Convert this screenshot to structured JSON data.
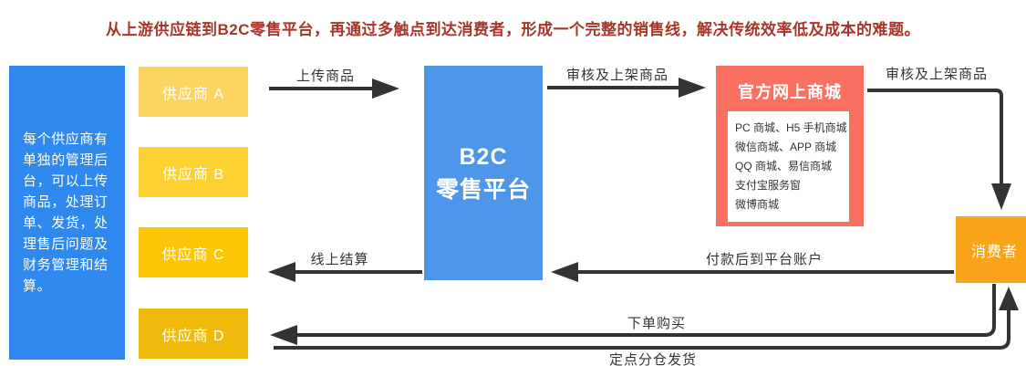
{
  "title": "从上游供应链到B2C零售平台，再通过多触点到达消费者，形成一个完整的销售线，解决传统效率低及成本的难题。",
  "left_panel": {
    "text": "每个供应商有单独的管理后台，可以上传商品，处理订单、发货，处理售后问题及财务管理和结算。"
  },
  "suppliers": [
    {
      "label": "供应商 A",
      "color": "#FBD462"
    },
    {
      "label": "供应商 B",
      "color": "#FDD132"
    },
    {
      "label": "供应商 C",
      "color": "#FDC608"
    },
    {
      "label": "供应商 D",
      "color": "#EFBA0B"
    }
  ],
  "platform": {
    "line1": "B2C",
    "line2": "零售平台"
  },
  "mall": {
    "title": "官方网上商城",
    "channels": [
      "PC 商城、H5 手机商城",
      "微信商城、APP 商城",
      "QQ 商城、易信商城",
      "支付宝服务窗",
      "微博商城"
    ]
  },
  "consumer": {
    "label": "消费者"
  },
  "arrows": {
    "upload": "上传商品",
    "review_to_mall": "审核及上架商品",
    "review_to_consumer": "审核及上架商品",
    "payment": "付款后到平台账户",
    "settlement": "线上结算",
    "order": "下单购买",
    "delivery": "定点分仓发货"
  },
  "colors": {
    "title_text": "#A8342A",
    "left_panel_bg": "#2F88EE",
    "platform_bg": "#4E96E9",
    "mall_bg": "#FA7060",
    "consumer_bg": "#F9A41B",
    "arrow": "#333333"
  }
}
